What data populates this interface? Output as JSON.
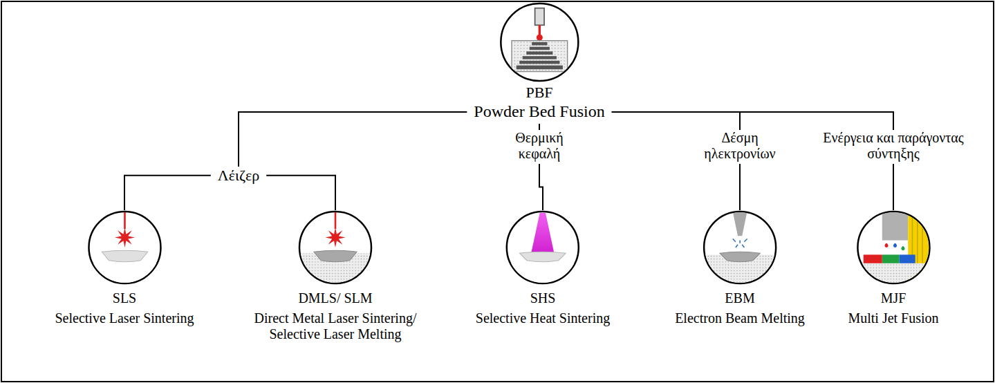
{
  "diagram": {
    "nodes": [
      {
        "text": [
          "PBF",
          "Powder Bed Fusion"
        ]
      },
      {
        "text": [
          "Λέιζερ"
        ]
      },
      {
        "text": [
          "Θερμική κεφαλή"
        ]
      },
      {
        "text": [
          "Δέσμη ηλεκτρονίων"
        ]
      },
      {
        "text": [
          "Ενέργεια και παράγοντας σύντηξης"
        ]
      },
      {
        "text": [
          "SLS",
          "Selective Laser Sintering"
        ]
      },
      {
        "text": [
          "DMLS/ SLM",
          "Direct Metal Laser Sintering/ Selective Laser Melting"
        ]
      },
      {
        "text": [
          "SHS",
          "Selective Heat Sintering"
        ]
      },
      {
        "text": [
          "EBM",
          "Electron Beam Melting"
        ]
      },
      {
        "text": [
          "MJF",
          "Multi Jet Fusion"
        ]
      }
    ],
    "edges": [
      {
        "from": 0,
        "to": 1,
        "arrow": "none"
      },
      {
        "from": 0,
        "to": 2,
        "arrow": "none"
      },
      {
        "from": 0,
        "to": 3,
        "arrow": "none"
      },
      {
        "from": 0,
        "to": 4,
        "arrow": "none"
      },
      {
        "from": 1,
        "to": 5,
        "arrow": "none"
      },
      {
        "from": 1,
        "to": 6,
        "arrow": "none"
      },
      {
        "from": 2,
        "to": 7,
        "arrow": "none"
      },
      {
        "from": 3,
        "to": 8,
        "arrow": "none"
      },
      {
        "from": 4,
        "to": 9,
        "arrow": "none"
      }
    ]
  }
}
